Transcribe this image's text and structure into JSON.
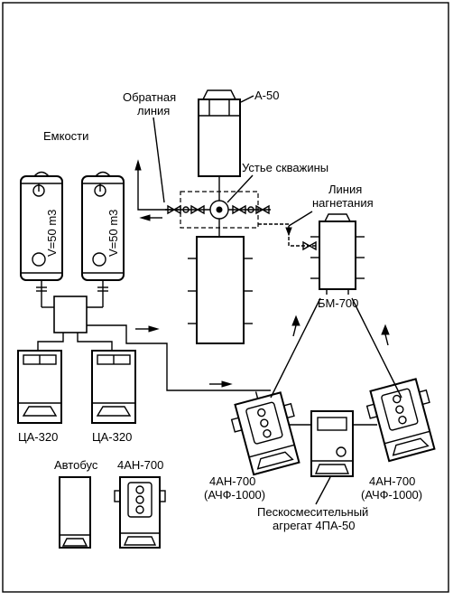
{
  "labels": {
    "tanks_title": "Емкости",
    "tank1_volume": "V=50 m3",
    "tank2_volume": "V=50 m3",
    "return_line_1": "Обратная",
    "return_line_2": "линия",
    "a50": "А-50",
    "wellhead": "Устье скважины",
    "injection_line_1": "Линия",
    "injection_line_2": "нагнетания",
    "bm700": "БМ-700",
    "ca320_left": "ЦА-320",
    "ca320_right": "ЦА-320",
    "bus": "Автобус",
    "an700_bottom": "4АН-700",
    "pump_left_1": "4АН-700",
    "pump_left_2": "(АЧФ-1000)",
    "pump_right_1": "4АН-700",
    "pump_right_2": "(АЧФ-1000)",
    "sand_mixer_1": "Пескосмесительный",
    "sand_mixer_2": "агрегат 4ПА-50"
  }
}
